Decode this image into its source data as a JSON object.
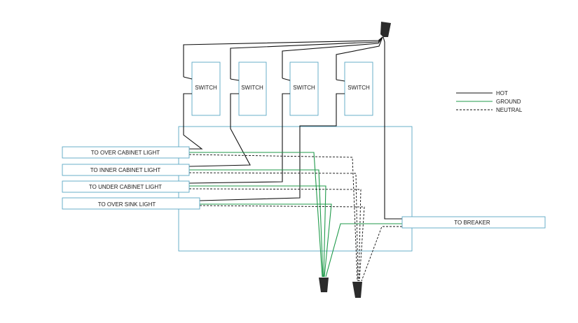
{
  "switches": [
    "SWITCH",
    "SWITCH",
    "SWITCH",
    "SWITCH"
  ],
  "loads": [
    "TO OVER CABINET LIGHT",
    "TO INNER CABINET LIGHT",
    "TO UNDER CABINET LIGHT",
    "TO OVER SINK LIGHT"
  ],
  "breaker": "TO BREAKER",
  "legend": {
    "hot": "HOT",
    "ground": "GROUND",
    "neutral": "NEUTRAL"
  },
  "colors": {
    "hot": "#111111",
    "ground": "#1f9a4a",
    "neutral": "#111111",
    "box": "#5aa7c4"
  }
}
